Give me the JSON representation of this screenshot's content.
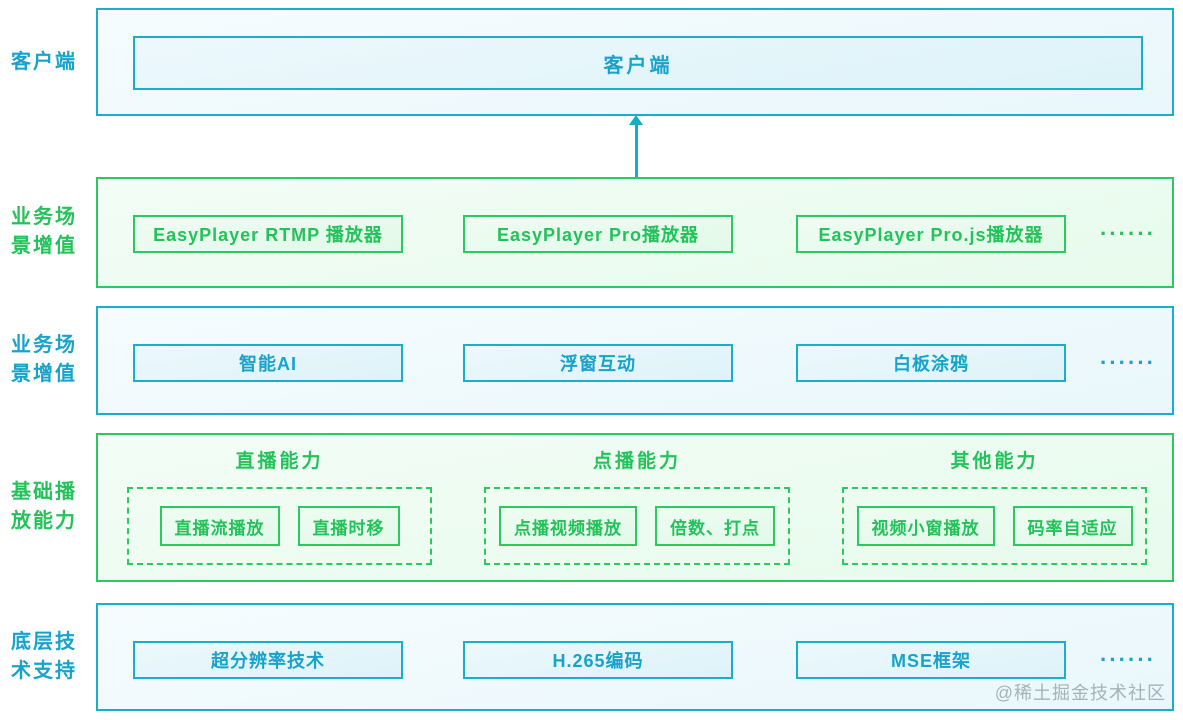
{
  "watermark": "@稀土掘金技术社区",
  "colors": {
    "blue_border": "#1baecb",
    "blue_text": "#17a3cb",
    "green_border": "#2bc95f",
    "green_text": "#24c25a"
  },
  "rows": [
    {
      "label_lines": [
        "客户端"
      ],
      "box": "客户端"
    },
    {
      "label_lines": [
        "业务场",
        "景增值"
      ],
      "boxes": [
        "EasyPlayer RTMP 播放器",
        "EasyPlayer Pro播放器",
        "EasyPlayer Pro.js播放器"
      ],
      "more": "······"
    },
    {
      "label_lines": [
        "业务场",
        "景增值"
      ],
      "boxes": [
        "智能AI",
        "浮窗互动",
        "白板涂鸦"
      ],
      "more": "······"
    },
    {
      "label_lines": [
        "基础播",
        "放能力"
      ],
      "groups": [
        {
          "title": "直播能力",
          "items": [
            "直播流播放",
            "直播时移"
          ]
        },
        {
          "title": "点播能力",
          "items": [
            "点播视频播放",
            "倍数、打点"
          ]
        },
        {
          "title": "其他能力",
          "items": [
            "视频小窗播放",
            "码率自适应"
          ]
        }
      ]
    },
    {
      "label_lines": [
        "底层技",
        "术支持"
      ],
      "boxes": [
        "超分辨率技术",
        "H.265编码",
        "MSE框架"
      ],
      "more": "······"
    }
  ]
}
